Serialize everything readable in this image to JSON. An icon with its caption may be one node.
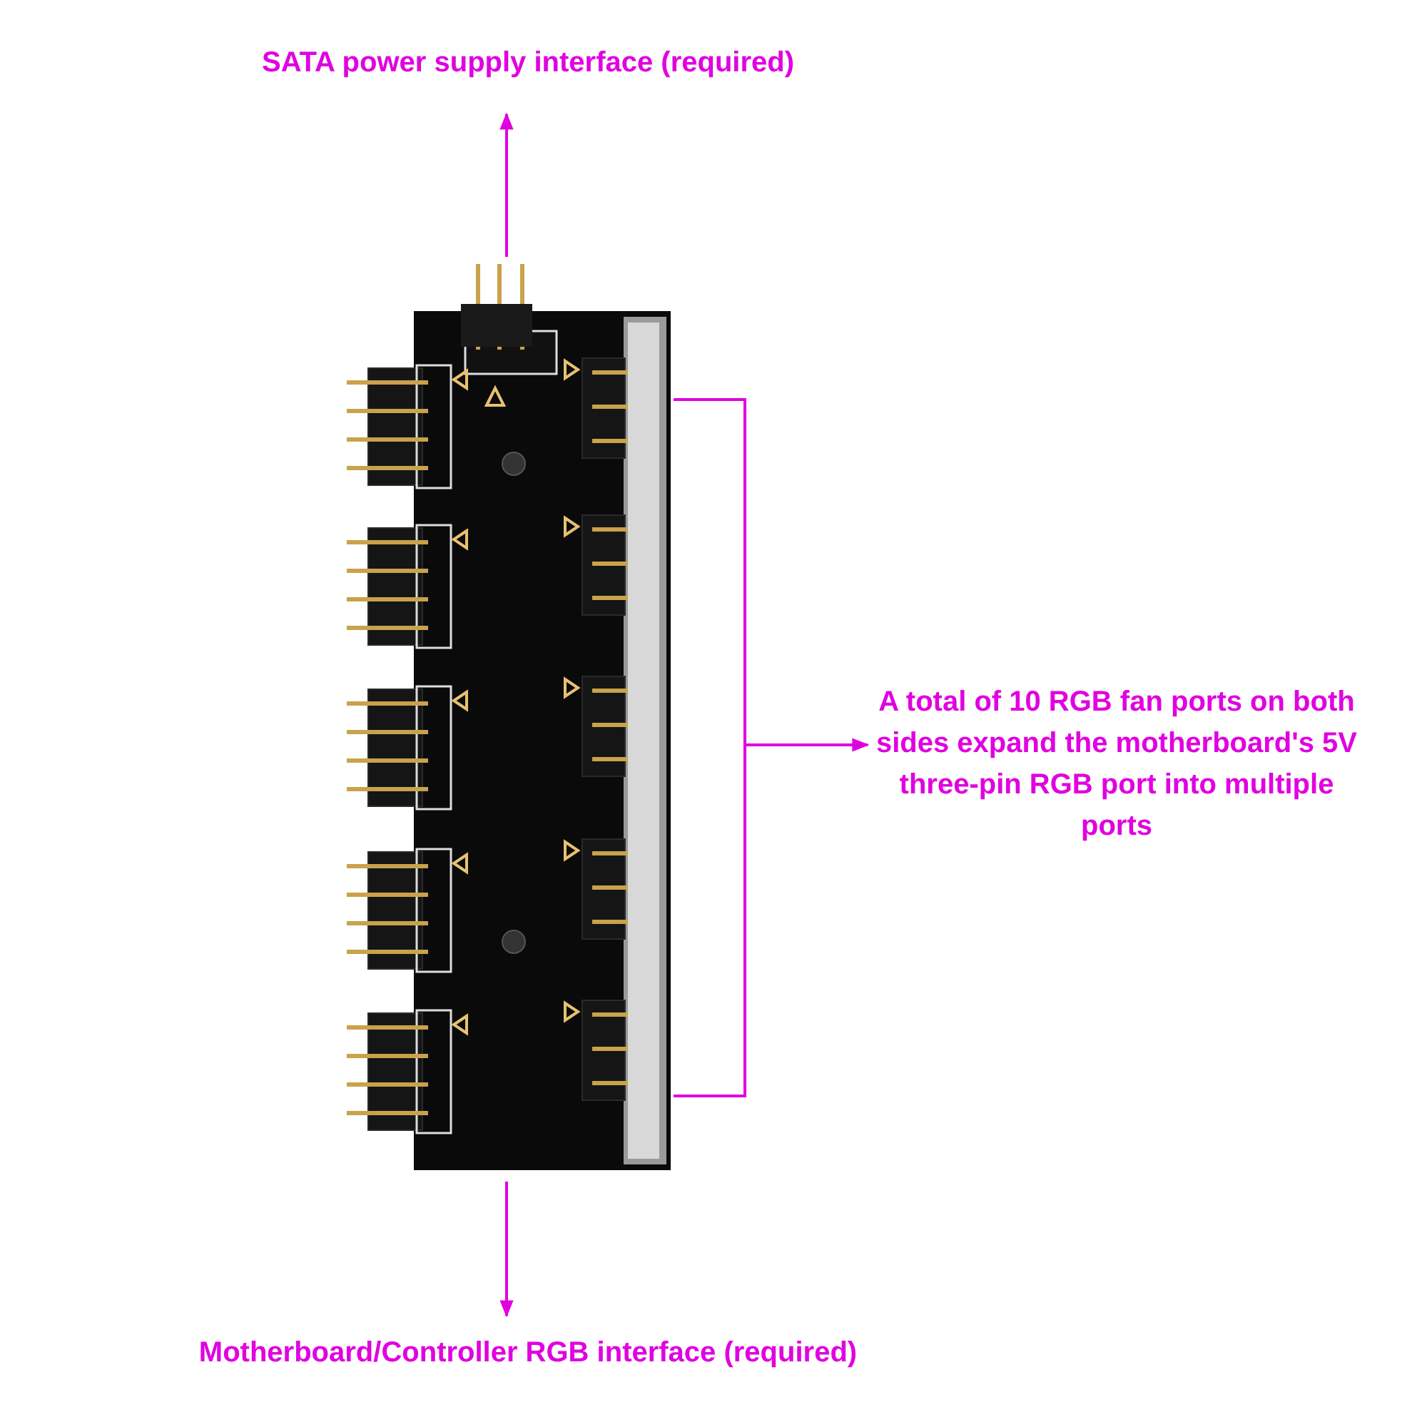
{
  "diagram": {
    "nodes": [
      {
        "text": [
          "SATA power supply interface (required)"
        ]
      },
      {
        "text": [],
        "shape": "picture"
      },
      {
        "text": [
          "A total of 10 RGB fan ports on both sides expand the motherboard's 5V three-pin RGB port into multiple ports"
        ]
      },
      {
        "text": [
          "Motherboard/Controller RGB interface (required)"
        ]
      }
    ],
    "edges": [
      {
        "from": 1,
        "to": 0,
        "arrow": "to"
      },
      {
        "from": 1,
        "to": 2,
        "arrow": "to"
      },
      {
        "from": 1,
        "to": 3,
        "arrow": "to"
      }
    ]
  }
}
